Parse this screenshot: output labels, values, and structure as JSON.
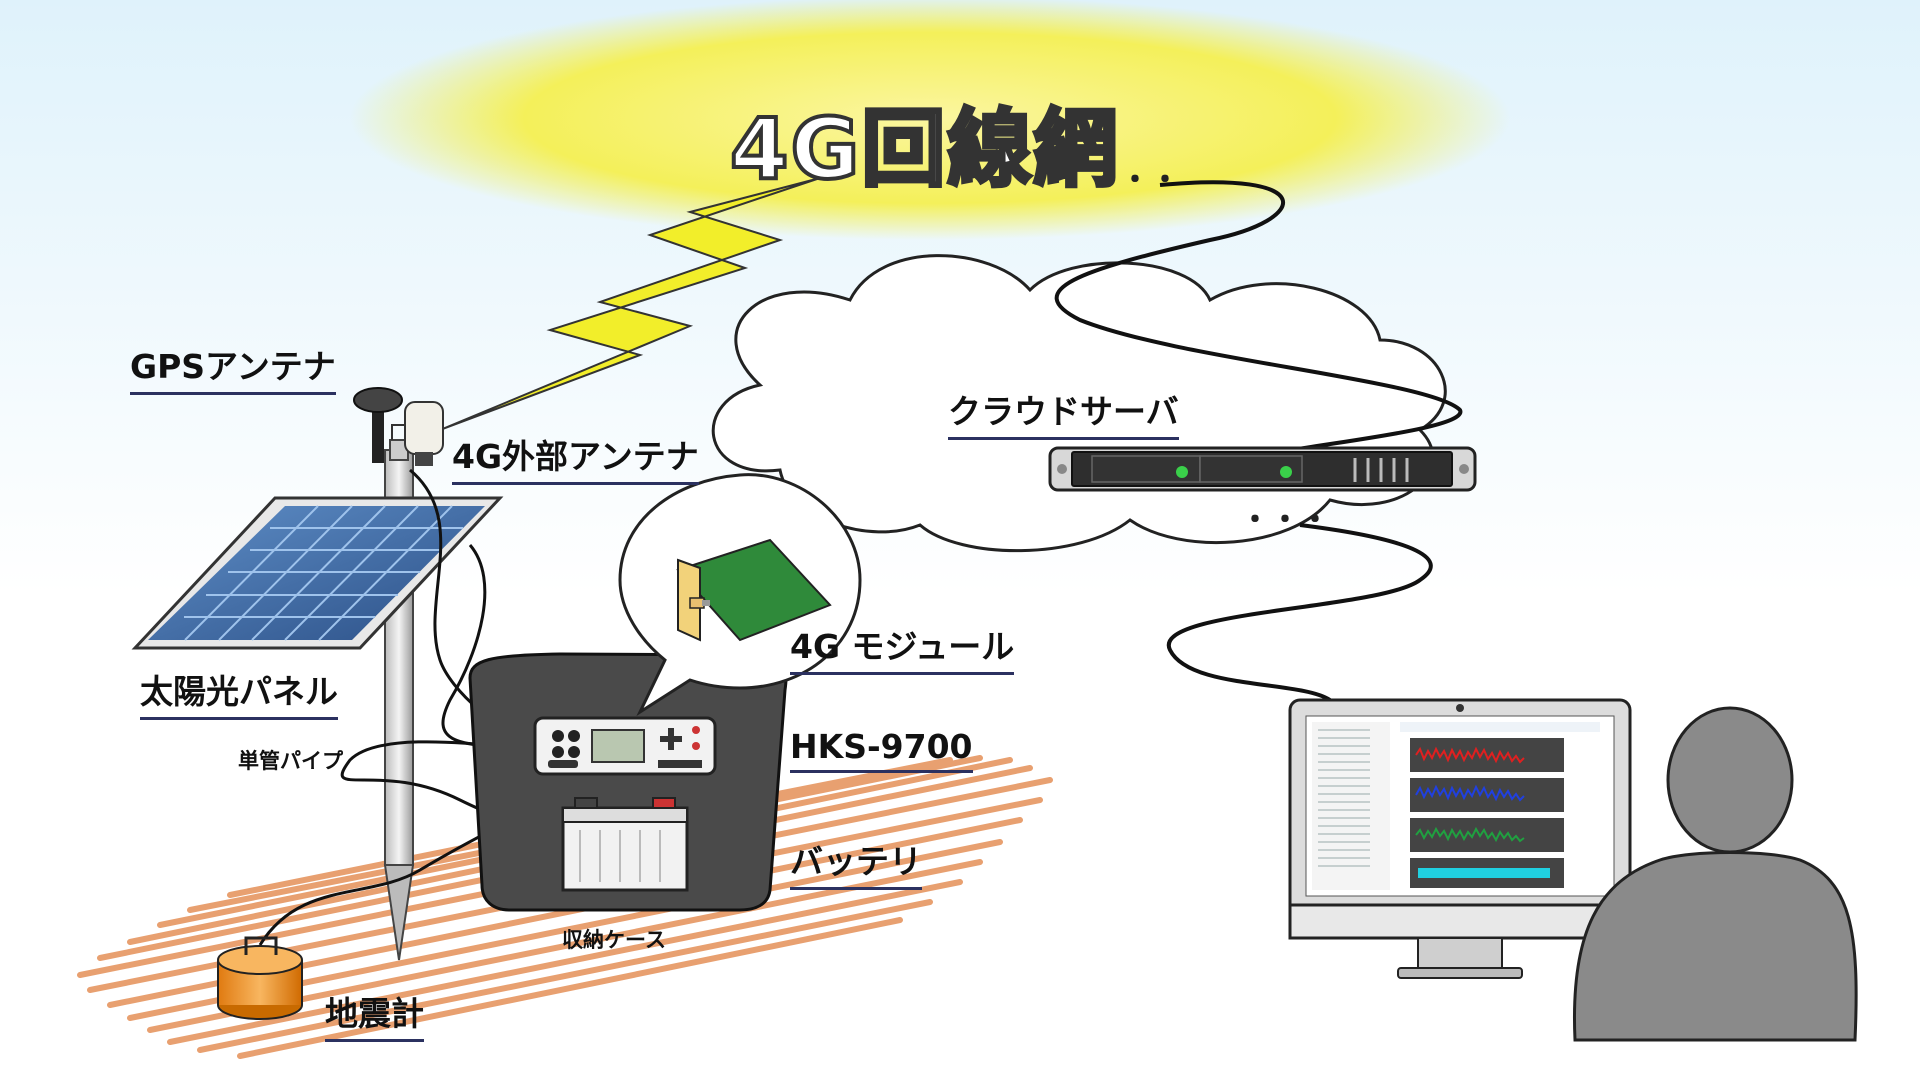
{
  "labels": {
    "network": "4G回線網",
    "gps_antenna": "GPSアンテナ",
    "external_antenna": "4G外部アンテナ",
    "solar_panel": "太陽光パネル",
    "pipe": "単管パイプ",
    "module": "4G モジュール",
    "device": "HKS-9700",
    "battery": "バッテリ",
    "case": "収納ケース",
    "seismometer": "地震計",
    "cloud_server": "クラウドサーバ"
  },
  "colors": {
    "sky_top": "#dff2fb",
    "network_glow": "#f4f05a",
    "lightning": "#f2ee2a",
    "ground": "#e8a070",
    "case": "#4a4a4a",
    "person": "#8a8a8a",
    "wave_red": "#e02020",
    "wave_blue": "#2040e0",
    "wave_green": "#20a040",
    "wave_cyan": "#20d0e0"
  }
}
